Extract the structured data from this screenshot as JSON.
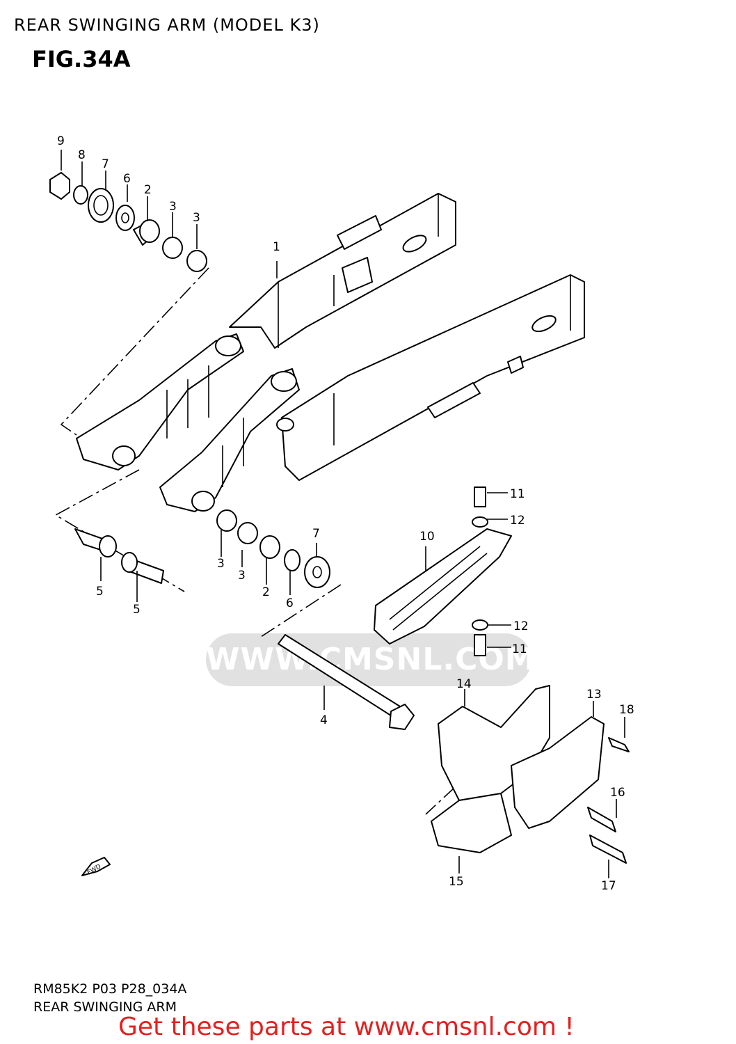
{
  "header": {
    "title": "REAR SWINGING ARM (MODEL K3)"
  },
  "figure": {
    "label": "FIG.34A"
  },
  "watermark": {
    "text": "WWW.CMSNL.COM"
  },
  "fwd_label": "FWD",
  "callouts": {
    "n1": "1",
    "n2a": "2",
    "n2b": "2",
    "n3a": "3",
    "n3b": "3",
    "n3c": "3",
    "n3d": "3",
    "n4": "4",
    "n5a": "5",
    "n5b": "5",
    "n6a": "6",
    "n6b": "6",
    "n7a": "7",
    "n7b": "7",
    "n8": "8",
    "n9": "9",
    "n10": "10",
    "n11a": "11",
    "n11b": "11",
    "n12a": "12",
    "n12b": "12",
    "n13": "13",
    "n14": "14",
    "n15": "15",
    "n16": "16",
    "n17": "17",
    "n18": "18"
  },
  "footer": {
    "code": "RM85K2 P03 P28_034A",
    "name": "REAR SWINGING ARM",
    "promo": "Get these parts at www.cmsnl.com !"
  },
  "colors": {
    "promo": "#e4201f",
    "watermark": "#d7d7d7",
    "line": "#000000"
  }
}
